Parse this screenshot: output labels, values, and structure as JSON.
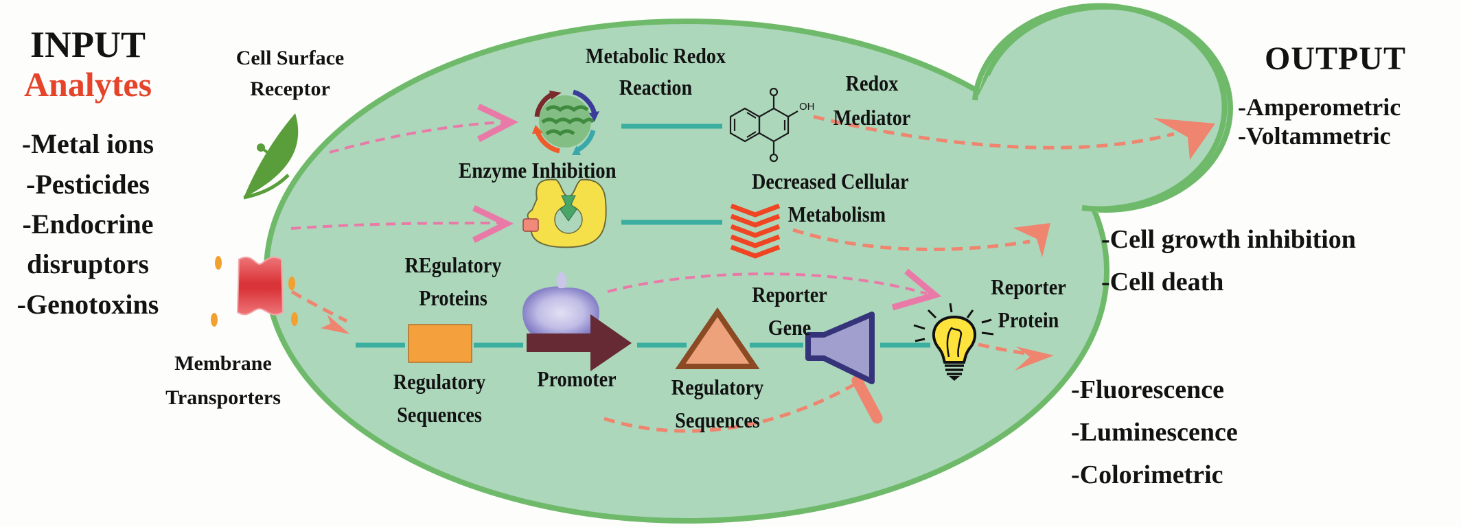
{
  "input": {
    "title": "INPUT",
    "subtitle": "Analytes",
    "subtitle_color": "#e5432a",
    "items": [
      "-Metal ions",
      "-Pesticides",
      "-Endocrine",
      "disruptors",
      "-Genotoxins"
    ]
  },
  "output": {
    "title": "OUTPUT",
    "electrochemical": [
      "-Amperometric",
      "-Voltammetric"
    ],
    "cellular": [
      "-Cell growth inhibition",
      "-Cell death"
    ],
    "optical": [
      "-Fluorescence",
      "-Luminescence",
      "-Colorimetric"
    ]
  },
  "labels": {
    "cell_surface_receptor": [
      "Cell Surface",
      "Receptor"
    ],
    "membrane_transporters": [
      "Membrane",
      "Transporters"
    ],
    "metabolic_redox_reaction": [
      "Metabolic Redox",
      "Reaction"
    ],
    "redox_mediator": [
      "Redox",
      "Mediator"
    ],
    "mediator_oh": "OH",
    "enzyme_inhibition": "Enzyme Inhibition",
    "decreased_metabolism": [
      "Decreased Cellular",
      "Metabolism"
    ],
    "regulatory_proteins": [
      "REgulatory",
      "Proteins"
    ],
    "regulatory_sequences_1": [
      "Regulatory",
      "Sequences"
    ],
    "promoter": "Promoter",
    "regulatory_sequences_2": [
      "Regulatory",
      "Sequences"
    ],
    "reporter_gene": [
      "Reporter",
      "Gene"
    ],
    "reporter_protein": [
      "Reporter",
      "Protein"
    ]
  },
  "colors": {
    "cell_fill": "#acd7bb",
    "cell_border": "#6fba6a",
    "arrow_salmon": "#ef846f",
    "arrow_pink": "#e97aa8",
    "dna_line": "#3aaf9f",
    "promoter": "#652a33",
    "reg_seq_box": "#f4a03c",
    "triangle_fill": "#eea27c",
    "triangle_border": "#8b4a23",
    "trapezoid_fill": "#a19fcd",
    "trapezoid_border": "#35347a",
    "enzyme": "#f6e04a",
    "chevrons": "#ef4523",
    "receptor": "#5a9e3b",
    "transporter": "#e1474a",
    "bulb": "#fde33b"
  }
}
